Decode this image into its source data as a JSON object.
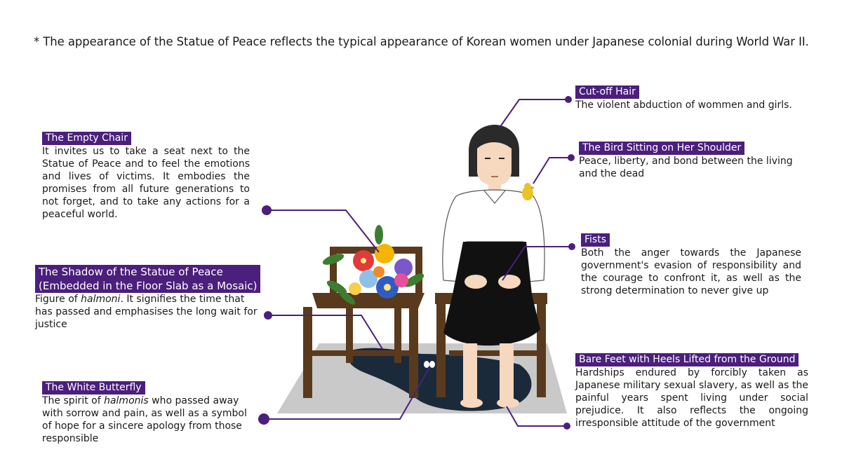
{
  "footnote": "* The appearance of the Statue of Peace reflects the typical appearance of Korean women under Japanese colonial during World War II.",
  "colors": {
    "accent": "#4b1f7c",
    "chair": "#5a3a1c",
    "floor": "#c9c9c9",
    "hair": "#2a2a2a",
    "dress": "#111111"
  },
  "annotations": {
    "empty_chair": {
      "title": "The Empty Chair",
      "text": "It invites us to take a seat next to the Statue of Peace and to feel the emotions and lives of victims. It embodies the promises from all future generations to not forget, and to take any actions for a peaceful world."
    },
    "shadow": {
      "title_line1": "The Shadow of the Statue of Peace",
      "title_line2": "(Embedded in the Floor Slab as a Mosaic)",
      "text_before": "Figure of ",
      "text_em": "halmoni",
      "text_after": ". It signifies the time that has passed and emphasises the long wait for justice"
    },
    "butterfly": {
      "title": "The White Butterfly",
      "text_before": "The spirit of ",
      "text_em": "halmonis",
      "text_after": " who passed away with sorrow and pain, as well as a symbol of hope for a sincere apology from those responsible"
    },
    "hair": {
      "title": "Cut-off Hair",
      "text": "The violent abduction of wommen and girls."
    },
    "bird": {
      "title": "The Bird Sitting on Her Shoulder",
      "text": "Peace, liberty, and bond between the living and the dead"
    },
    "fists": {
      "title": "Fists",
      "text": "Both the anger towards the Japanese government's evasion of responsibility and the courage to confront it, as well as the strong determination to never give up"
    },
    "feet": {
      "title": "Bare Feet with Heels Lifted from the Ground",
      "text": "Hardships endured by forcibly taken as Japanese military sexual slavery, as well as the painful years spent living under social prejudice. It also reflects the ongoing irresponsible attitude of the government"
    }
  }
}
